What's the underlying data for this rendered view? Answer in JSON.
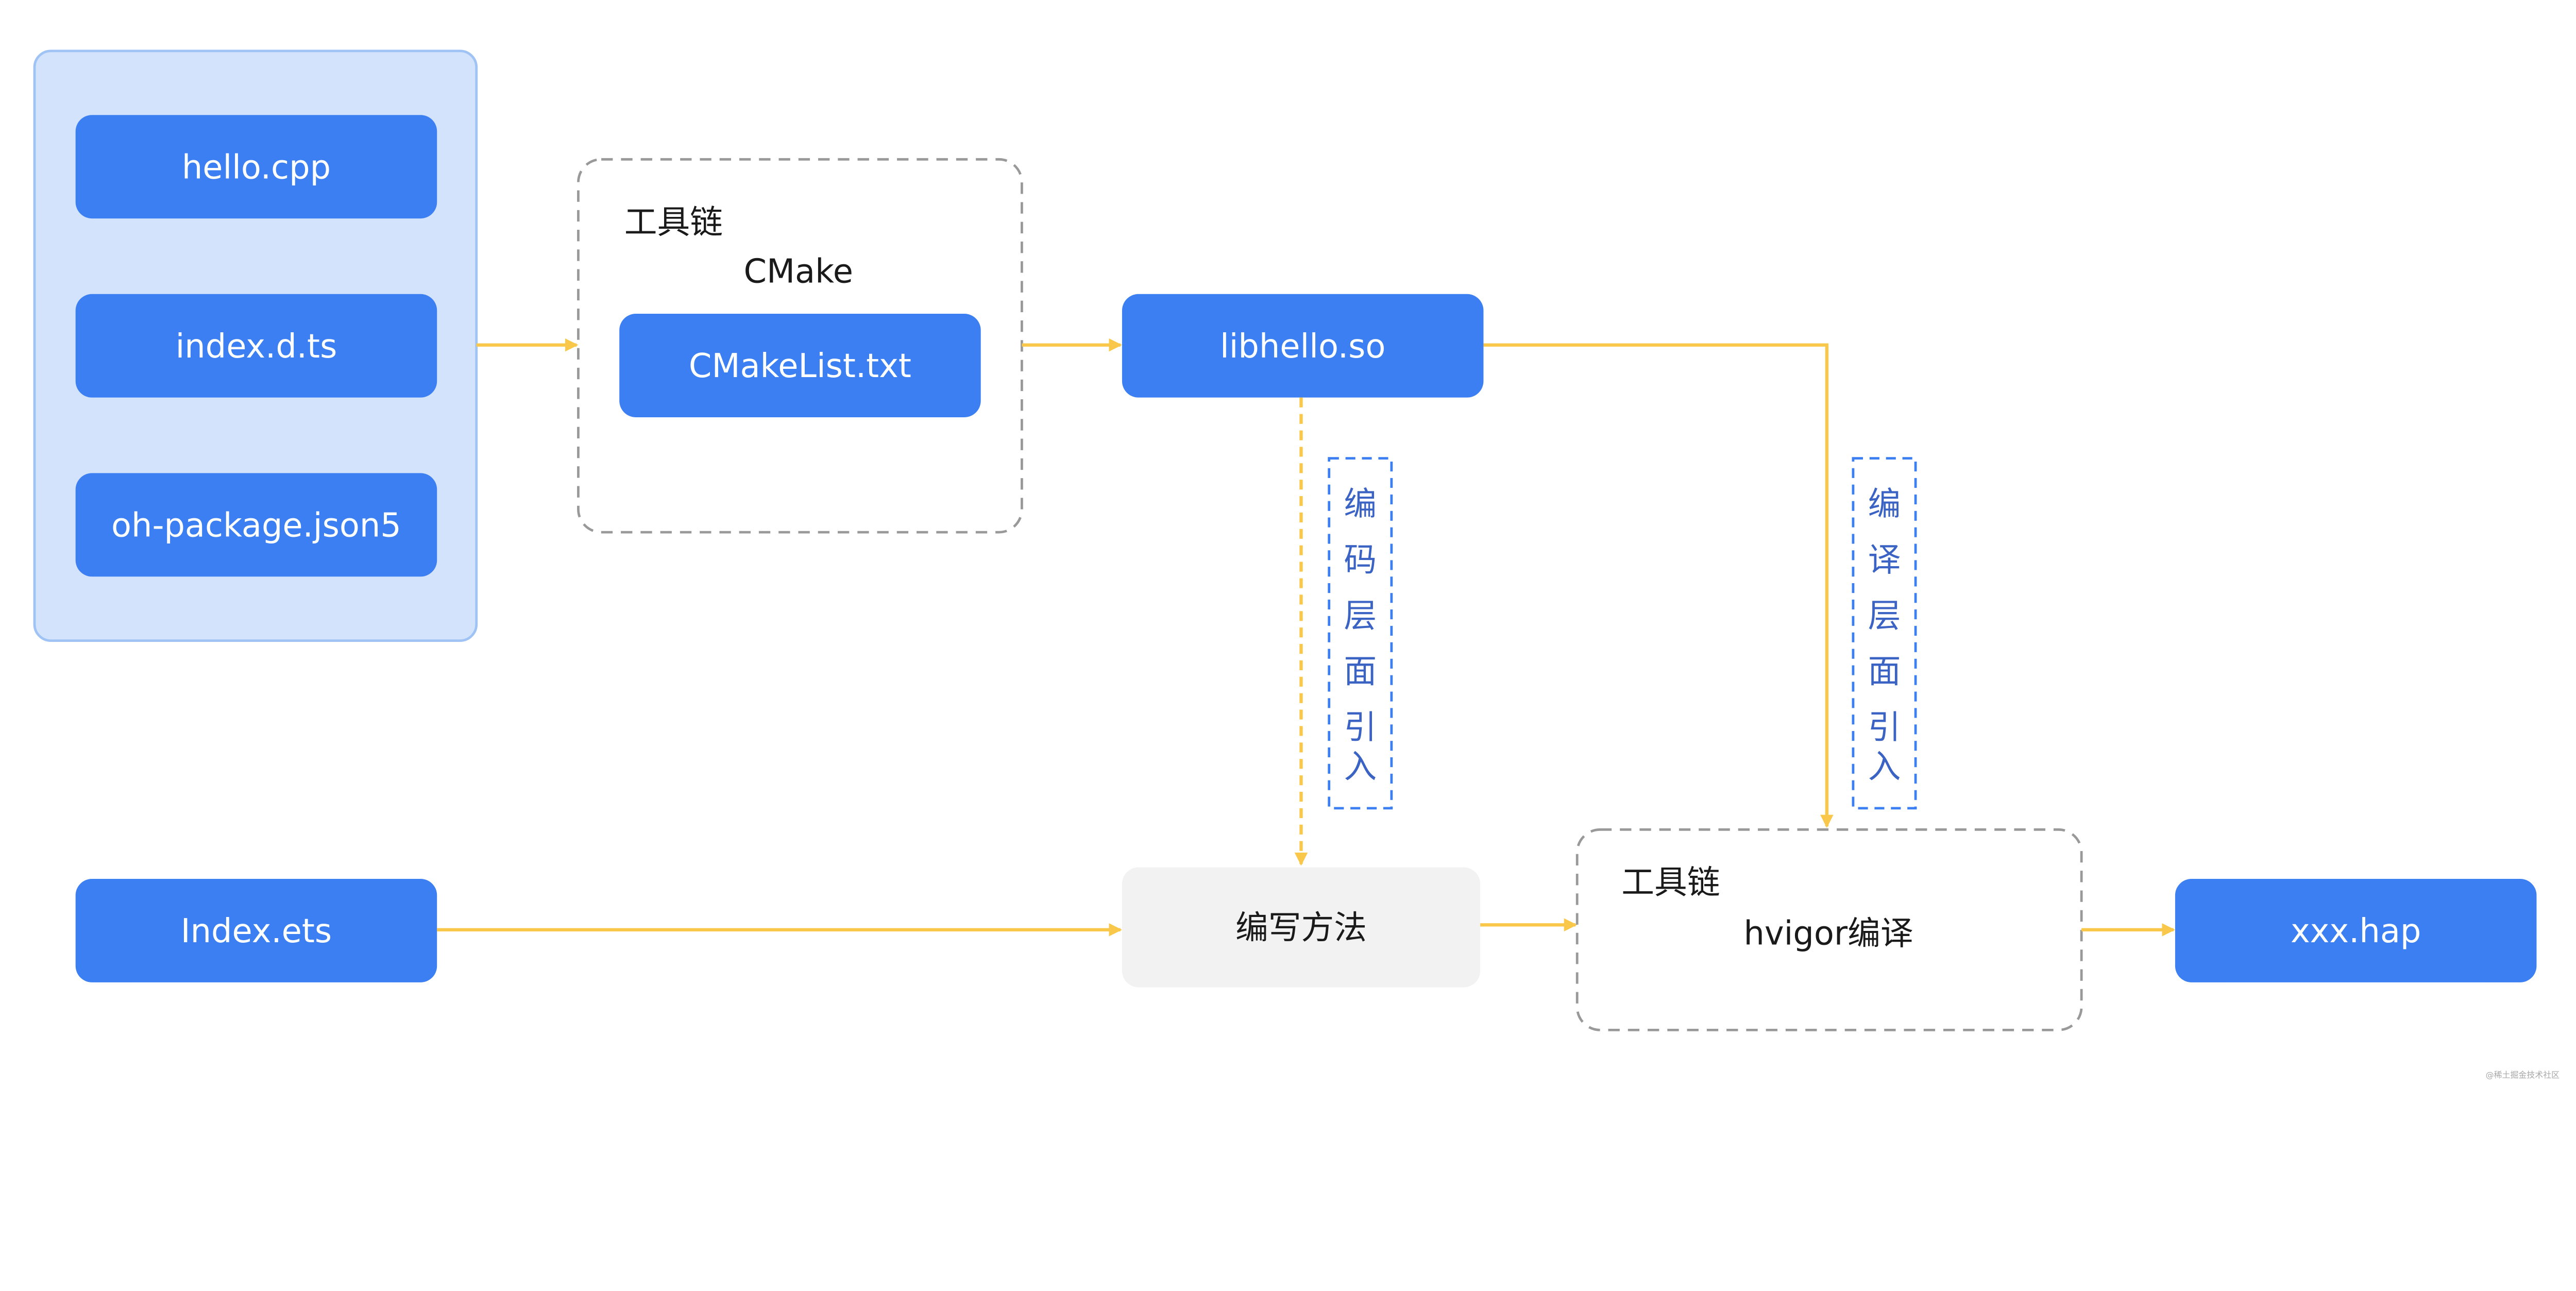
{
  "colors": {
    "node_fill": "#3b7ff2",
    "group_fill": "#d3e3fb",
    "group_stroke": "#9fc3f5",
    "arrow": "#f9c84a",
    "dashed_border": "#999999",
    "label_border": "#3b7ff2",
    "label_text": "#3b63c4",
    "method_fill": "#f2f2f2"
  },
  "sources": [
    "hello.cpp",
    "index.d.ts",
    "oh-package.json5"
  ],
  "cmake_toolchain": {
    "title": "工具链",
    "subtitle": "CMake",
    "file": "CMakeList.txt"
  },
  "library": "libhello.so",
  "coding_import_label": [
    "编",
    "码",
    "层",
    "面",
    "引",
    "入"
  ],
  "compile_import_label": [
    "编",
    "译",
    "层",
    "面",
    "引",
    "入"
  ],
  "entry": "Index.ets",
  "method": "编写方法",
  "hvigor_toolchain": {
    "title": "工具链",
    "subtitle": "hvigor编译"
  },
  "output": "xxx.hap",
  "watermark": "@稀土掘金技术社区"
}
